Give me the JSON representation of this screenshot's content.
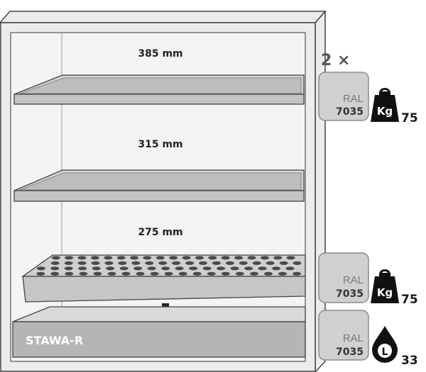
{
  "heights": {
    "top": "385 mm",
    "middle": "315 mm",
    "bottom": "275 mm"
  },
  "quantity": "2 ×",
  "sump_label": "STAWA-R",
  "shelves": [
    {
      "ral_prefix": "RAL",
      "ral_code": "7035",
      "icon": "weight-icon",
      "icon_label": "Kg",
      "value": "75"
    },
    {
      "ral_prefix": "RAL",
      "ral_code": "7035",
      "icon": "weight-icon",
      "icon_label": "Kg",
      "value": "75"
    },
    {
      "ral_prefix": "RAL",
      "ral_code": "7035",
      "icon": "drop-icon",
      "icon_label": "L",
      "value": "33"
    }
  ],
  "colors": {
    "frame": "#3c3c3c",
    "shelf": "#c8c8c8",
    "interior": "#f4f4f4",
    "swatch": "#d0d0d0"
  }
}
